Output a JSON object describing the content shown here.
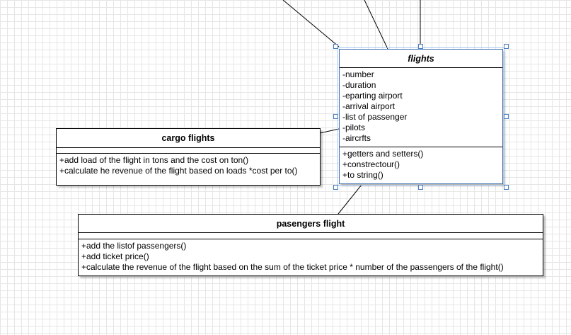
{
  "classes": {
    "flights": {
      "name": "flights",
      "attributes": [
        "-number",
        "-duration",
        "-eparting airport",
        "-arrival airport",
        "-list of passenger",
        "-pilots",
        "-aircrfts"
      ],
      "methods": [
        "+getters and setters()",
        "+constrectour()",
        "+to string()"
      ]
    },
    "cargo": {
      "name": "cargo flights",
      "attributes": [],
      "methods": [
        "+add load of the flight in tons and the cost on ton()",
        "+calculate he revenue of the flight based on loads *cost per to()"
      ]
    },
    "passengers": {
      "name": "pasengers flight",
      "attributes": [],
      "methods": [
        "+add the listof passengers()",
        "+add ticket price()",
        "+calculate the revenue of the flight based on the sum of the ticket price * number of the passengers of the flight()"
      ]
    }
  },
  "colors": {
    "selection": "#4a7fc4",
    "border": "#000000",
    "grid": "#e6e6e6"
  }
}
